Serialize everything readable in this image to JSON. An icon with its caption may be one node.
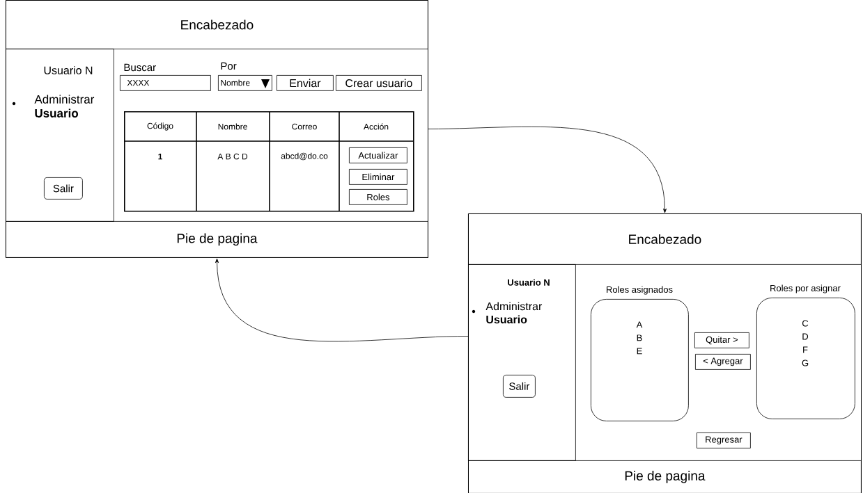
{
  "diagram": {
    "nodes": [
      {
        "text": [],
        "shape": "box"
      },
      {
        "text": [
          "Encabezado"
        ],
        "in": 0
      },
      {
        "text": [
          "Usuario N",
          "Administrar **Usuario**"
        ],
        "in": 0
      },
      {
        "text": [
          "Salir"
        ],
        "in": 2
      },
      {
        "text": [
          "XXXX"
        ],
        "in": 0
      },
      {
        "text": [
          "Nombre"
        ],
        "in": 0
      },
      {
        "text": [
          "Enviar"
        ],
        "in": 0
      },
      {
        "text": [
          "Crear usuario"
        ],
        "in": 0
      },
      {
        "text": [],
        "shape": "box",
        "in": 0
      },
      {
        "text": [
          "Actualizar"
        ],
        "in": 8
      },
      {
        "text": [
          "Eliminar"
        ],
        "in": 8
      },
      {
        "text": [
          "Roles"
        ],
        "in": 8
      },
      {
        "text": [
          "Pie de pagina"
        ],
        "in": 0
      },
      {
        "text": [],
        "shape": "box"
      },
      {
        "text": [
          "Encabezado"
        ],
        "in": 13
      },
      {
        "text": [
          "Usuario N",
          "Administrar **Usuario**"
        ],
        "in": 13
      },
      {
        "text": [
          "Salir"
        ],
        "in": 15
      },
      {
        "text": [
          "Roles asignados",
          "A B E"
        ],
        "in": 13
      },
      {
        "text": [
          "Quitar >"
        ],
        "in": 13
      },
      {
        "text": [
          "< Agregar"
        ],
        "in": 13
      },
      {
        "text": [
          "Roles por asignar",
          "C D F G"
        ],
        "in": 13
      },
      {
        "text": [
          "Regresar"
        ],
        "in": 13
      },
      {
        "text": [
          "Pie de pagina"
        ],
        "in": 13
      }
    ],
    "edges": [
      {
        "from": 0,
        "to": 13,
        "arrow": "to"
      },
      {
        "from": 13,
        "to": 0,
        "arrow": "to"
      }
    ],
    "labels": [
      "Buscar",
      "Por",
      "Código",
      "Nombre",
      "Correo",
      "Acción",
      "1",
      "A B C D",
      "abcd@do.co"
    ]
  }
}
